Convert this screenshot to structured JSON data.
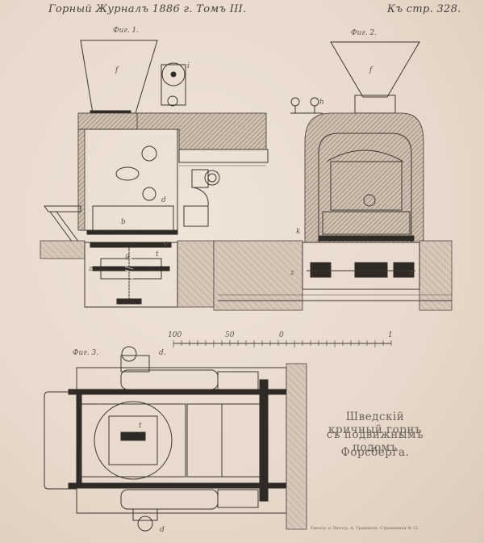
{
  "header": {
    "journal": "Горный Журналъ 1886 г. Томъ III.",
    "page_ref": "Къ стр. 328."
  },
  "figures": {
    "fig1": "Фиг. 1.",
    "fig2": "Фиг. 2.",
    "fig3": "Фиг. 3."
  },
  "labels": {
    "f1": "f",
    "f2": "f",
    "i": "i",
    "h": "h",
    "d1": "d",
    "d2": "d.",
    "d3": "d",
    "b": "b",
    "k": "k",
    "z1": "z",
    "z2": "z",
    "z3": "z",
    "g": "g",
    "t1": "t",
    "t2": "t",
    "e": "e"
  },
  "scale": {
    "ticks": [
      "100",
      "50",
      "0",
      "1"
    ]
  },
  "caption": {
    "line1": "Шведскій кричный горнъ",
    "line2": "съ подвижнымъ подомъ",
    "line3": "Форсберга."
  },
  "imprint": "Типогр. и Литогр. А. Траншеля. Стремянная № 12."
}
